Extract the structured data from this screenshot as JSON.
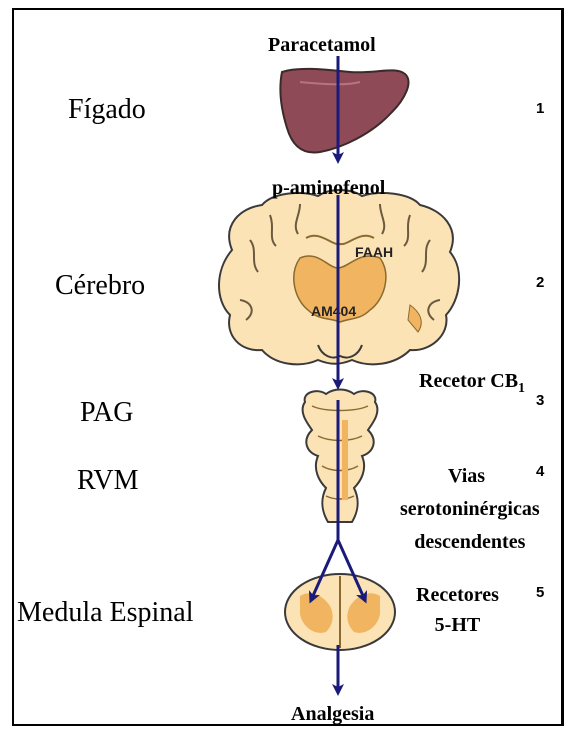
{
  "top_label": "Paracetamol",
  "metabolite_label": "p-aminofenol",
  "bottom_label": "Analgesia",
  "regions": {
    "liver": "Fígado",
    "brain": "Cérebro",
    "pag": "PAG",
    "rvm": "RVM",
    "spinal": "Medula Espinal"
  },
  "brain_labels": {
    "faah": "FAAH",
    "am404": "AM404"
  },
  "receptor_cb": {
    "text": "Recetor CB",
    "subscript": "1"
  },
  "pathways": {
    "line1": "Vias",
    "line2": "serotoninérgicas",
    "line3": "descendentes"
  },
  "receptors_5ht": {
    "line1": "Recetores",
    "line2": "5-HT"
  },
  "steps": [
    "1",
    "2",
    "3",
    "4",
    "5"
  ],
  "colors": {
    "arrow": "#1a1a7a",
    "liver": "#8e4a57",
    "tissue": "#fbe3b5",
    "tissue_dark": "#f1b561",
    "outline": "#3a3a3a"
  }
}
